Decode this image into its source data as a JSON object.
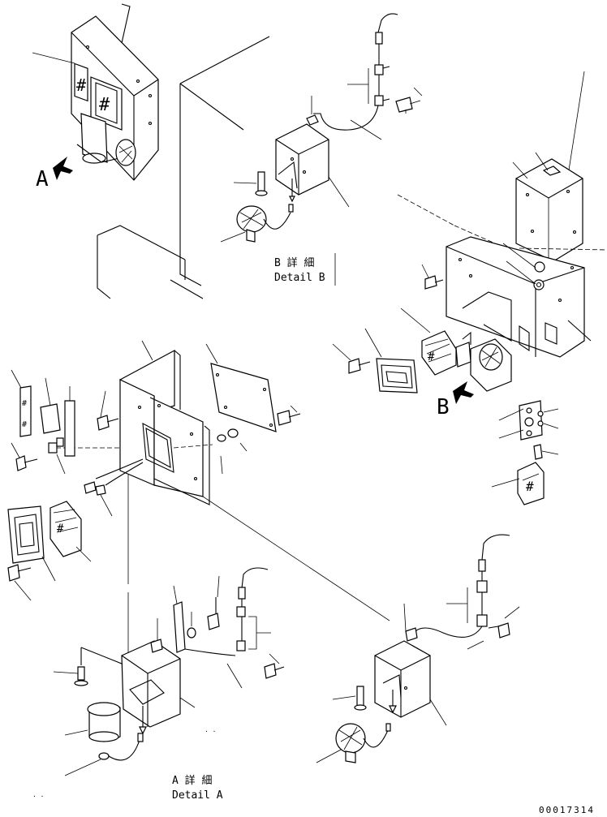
{
  "labels": {
    "view_a_letter": "A",
    "view_b_letter": "B",
    "detail_b_jp": "B 詳 細",
    "detail_b_en": "Detail B",
    "detail_a_jp": "A 詳 細",
    "detail_a_en": "Detail A",
    "drawing_number": "00017314"
  }
}
